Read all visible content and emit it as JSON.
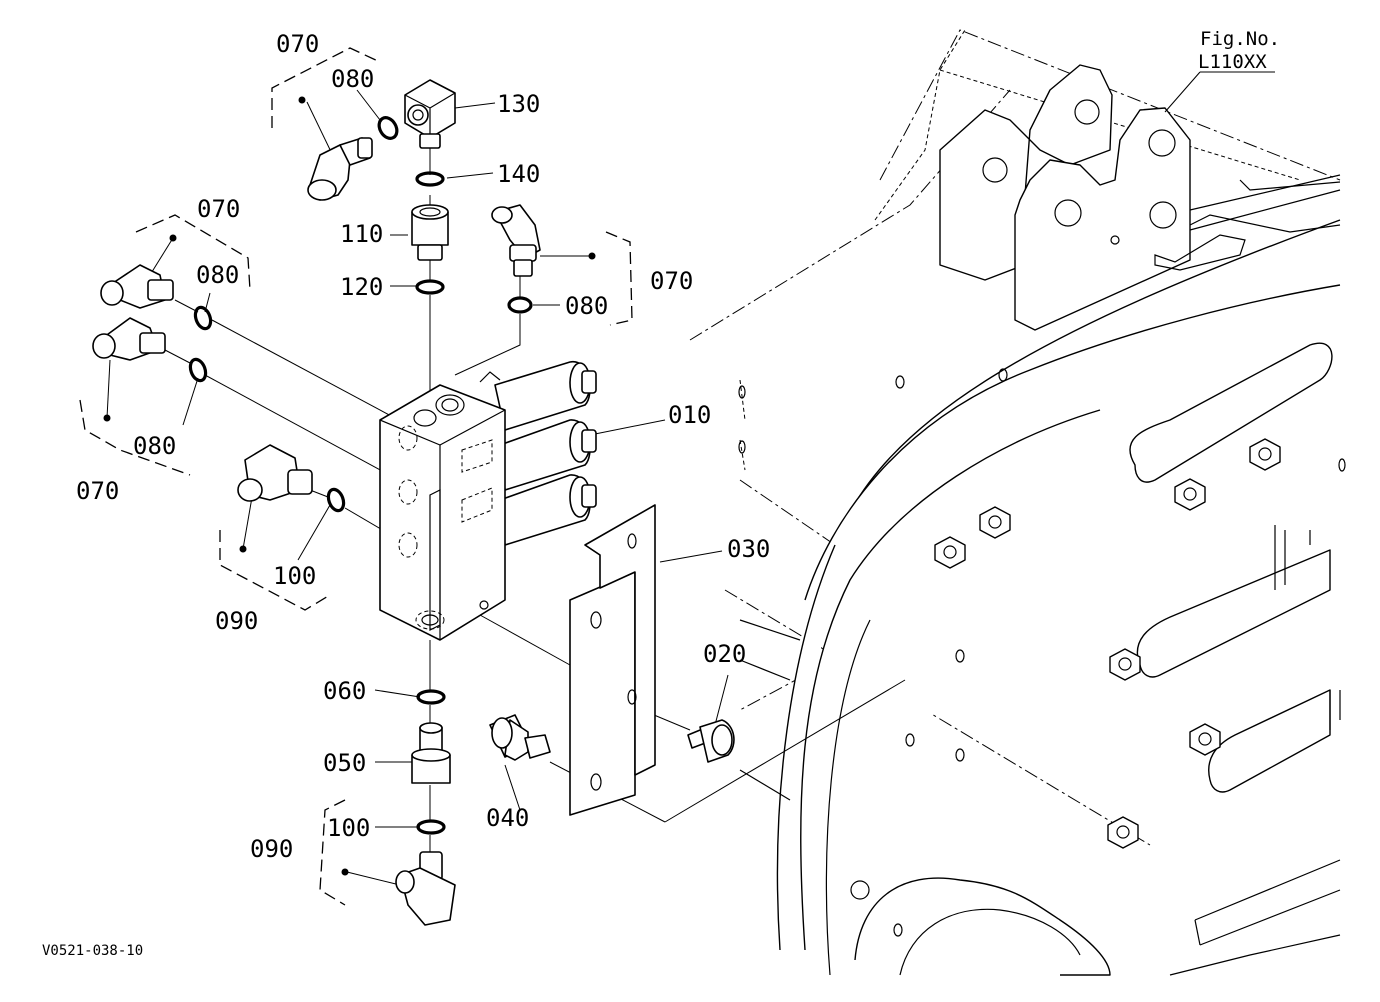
{
  "figure": {
    "fig_label": "Fig.No.",
    "fig_number": "L110XX",
    "drawing_code": "V0521-038-10"
  },
  "callouts": {
    "c010": "010",
    "c020": "020",
    "c030": "030",
    "c040": "040",
    "c050": "050",
    "c060": "060",
    "c070_top": "070",
    "c070_left_upper": "070",
    "c070_right": "070",
    "c070_left_lower": "070",
    "c080_top": "080",
    "c080_left_upper": "080",
    "c080_right": "080",
    "c080_left_lower": "080",
    "c090_mid": "090",
    "c090_bottom": "090",
    "c100_mid": "100",
    "c100_bottom": "100",
    "c110": "110",
    "c120": "120",
    "c130": "130",
    "c140": "140"
  }
}
